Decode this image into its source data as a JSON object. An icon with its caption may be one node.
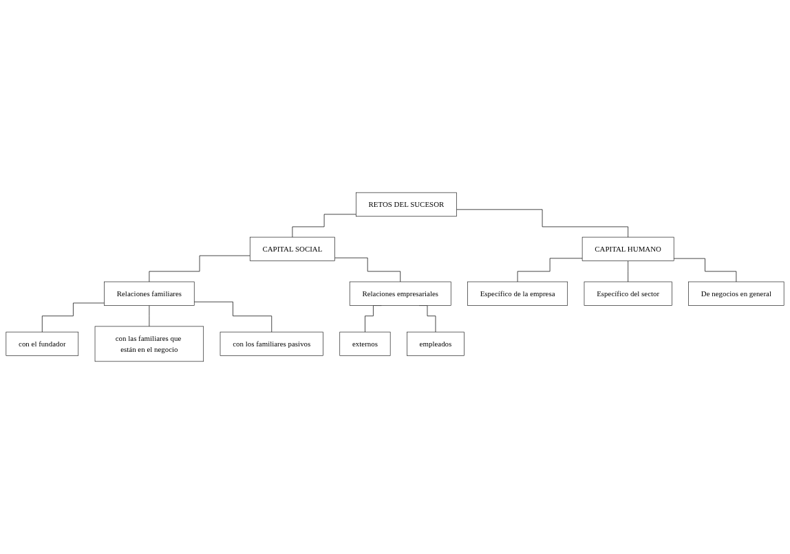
{
  "diagram": {
    "nodes": [
      {
        "text": [
          "RETOS DEL SUCESOR"
        ]
      },
      {
        "text": [
          "CAPITAL SOCIAL"
        ]
      },
      {
        "text": [
          "CAPITAL HUMANO"
        ]
      },
      {
        "text": [
          "Relaciones familiares"
        ]
      },
      {
        "text": [
          "Relaciones empresariales"
        ]
      },
      {
        "text": [
          "con el fundador"
        ]
      },
      {
        "text": [
          "con las familiares que están en el negocio"
        ]
      },
      {
        "text": [
          "con los familiares pasivos"
        ]
      },
      {
        "text": [
          "externos"
        ]
      },
      {
        "text": [
          "empleados"
        ]
      },
      {
        "text": [
          "Específico de la empresa"
        ]
      },
      {
        "text": [
          "Específico del sector"
        ]
      },
      {
        "text": [
          "De negocios en general"
        ]
      }
    ],
    "edges": [
      {
        "from": 0,
        "to": 1,
        "arrow": "none"
      },
      {
        "from": 0,
        "to": 2,
        "arrow": "none"
      },
      {
        "from": 1,
        "to": 3,
        "arrow": "none"
      },
      {
        "from": 1,
        "to": 4,
        "arrow": "none"
      },
      {
        "from": 3,
        "to": 5,
        "arrow": "none"
      },
      {
        "from": 3,
        "to": 6,
        "arrow": "none"
      },
      {
        "from": 3,
        "to": 7,
        "arrow": "none"
      },
      {
        "from": 4,
        "to": 8,
        "arrow": "none"
      },
      {
        "from": 4,
        "to": 9,
        "arrow": "none"
      },
      {
        "from": 2,
        "to": 10,
        "arrow": "none"
      },
      {
        "from": 2,
        "to": 11,
        "arrow": "none"
      },
      {
        "from": 2,
        "to": 12,
        "arrow": "none"
      }
    ]
  }
}
